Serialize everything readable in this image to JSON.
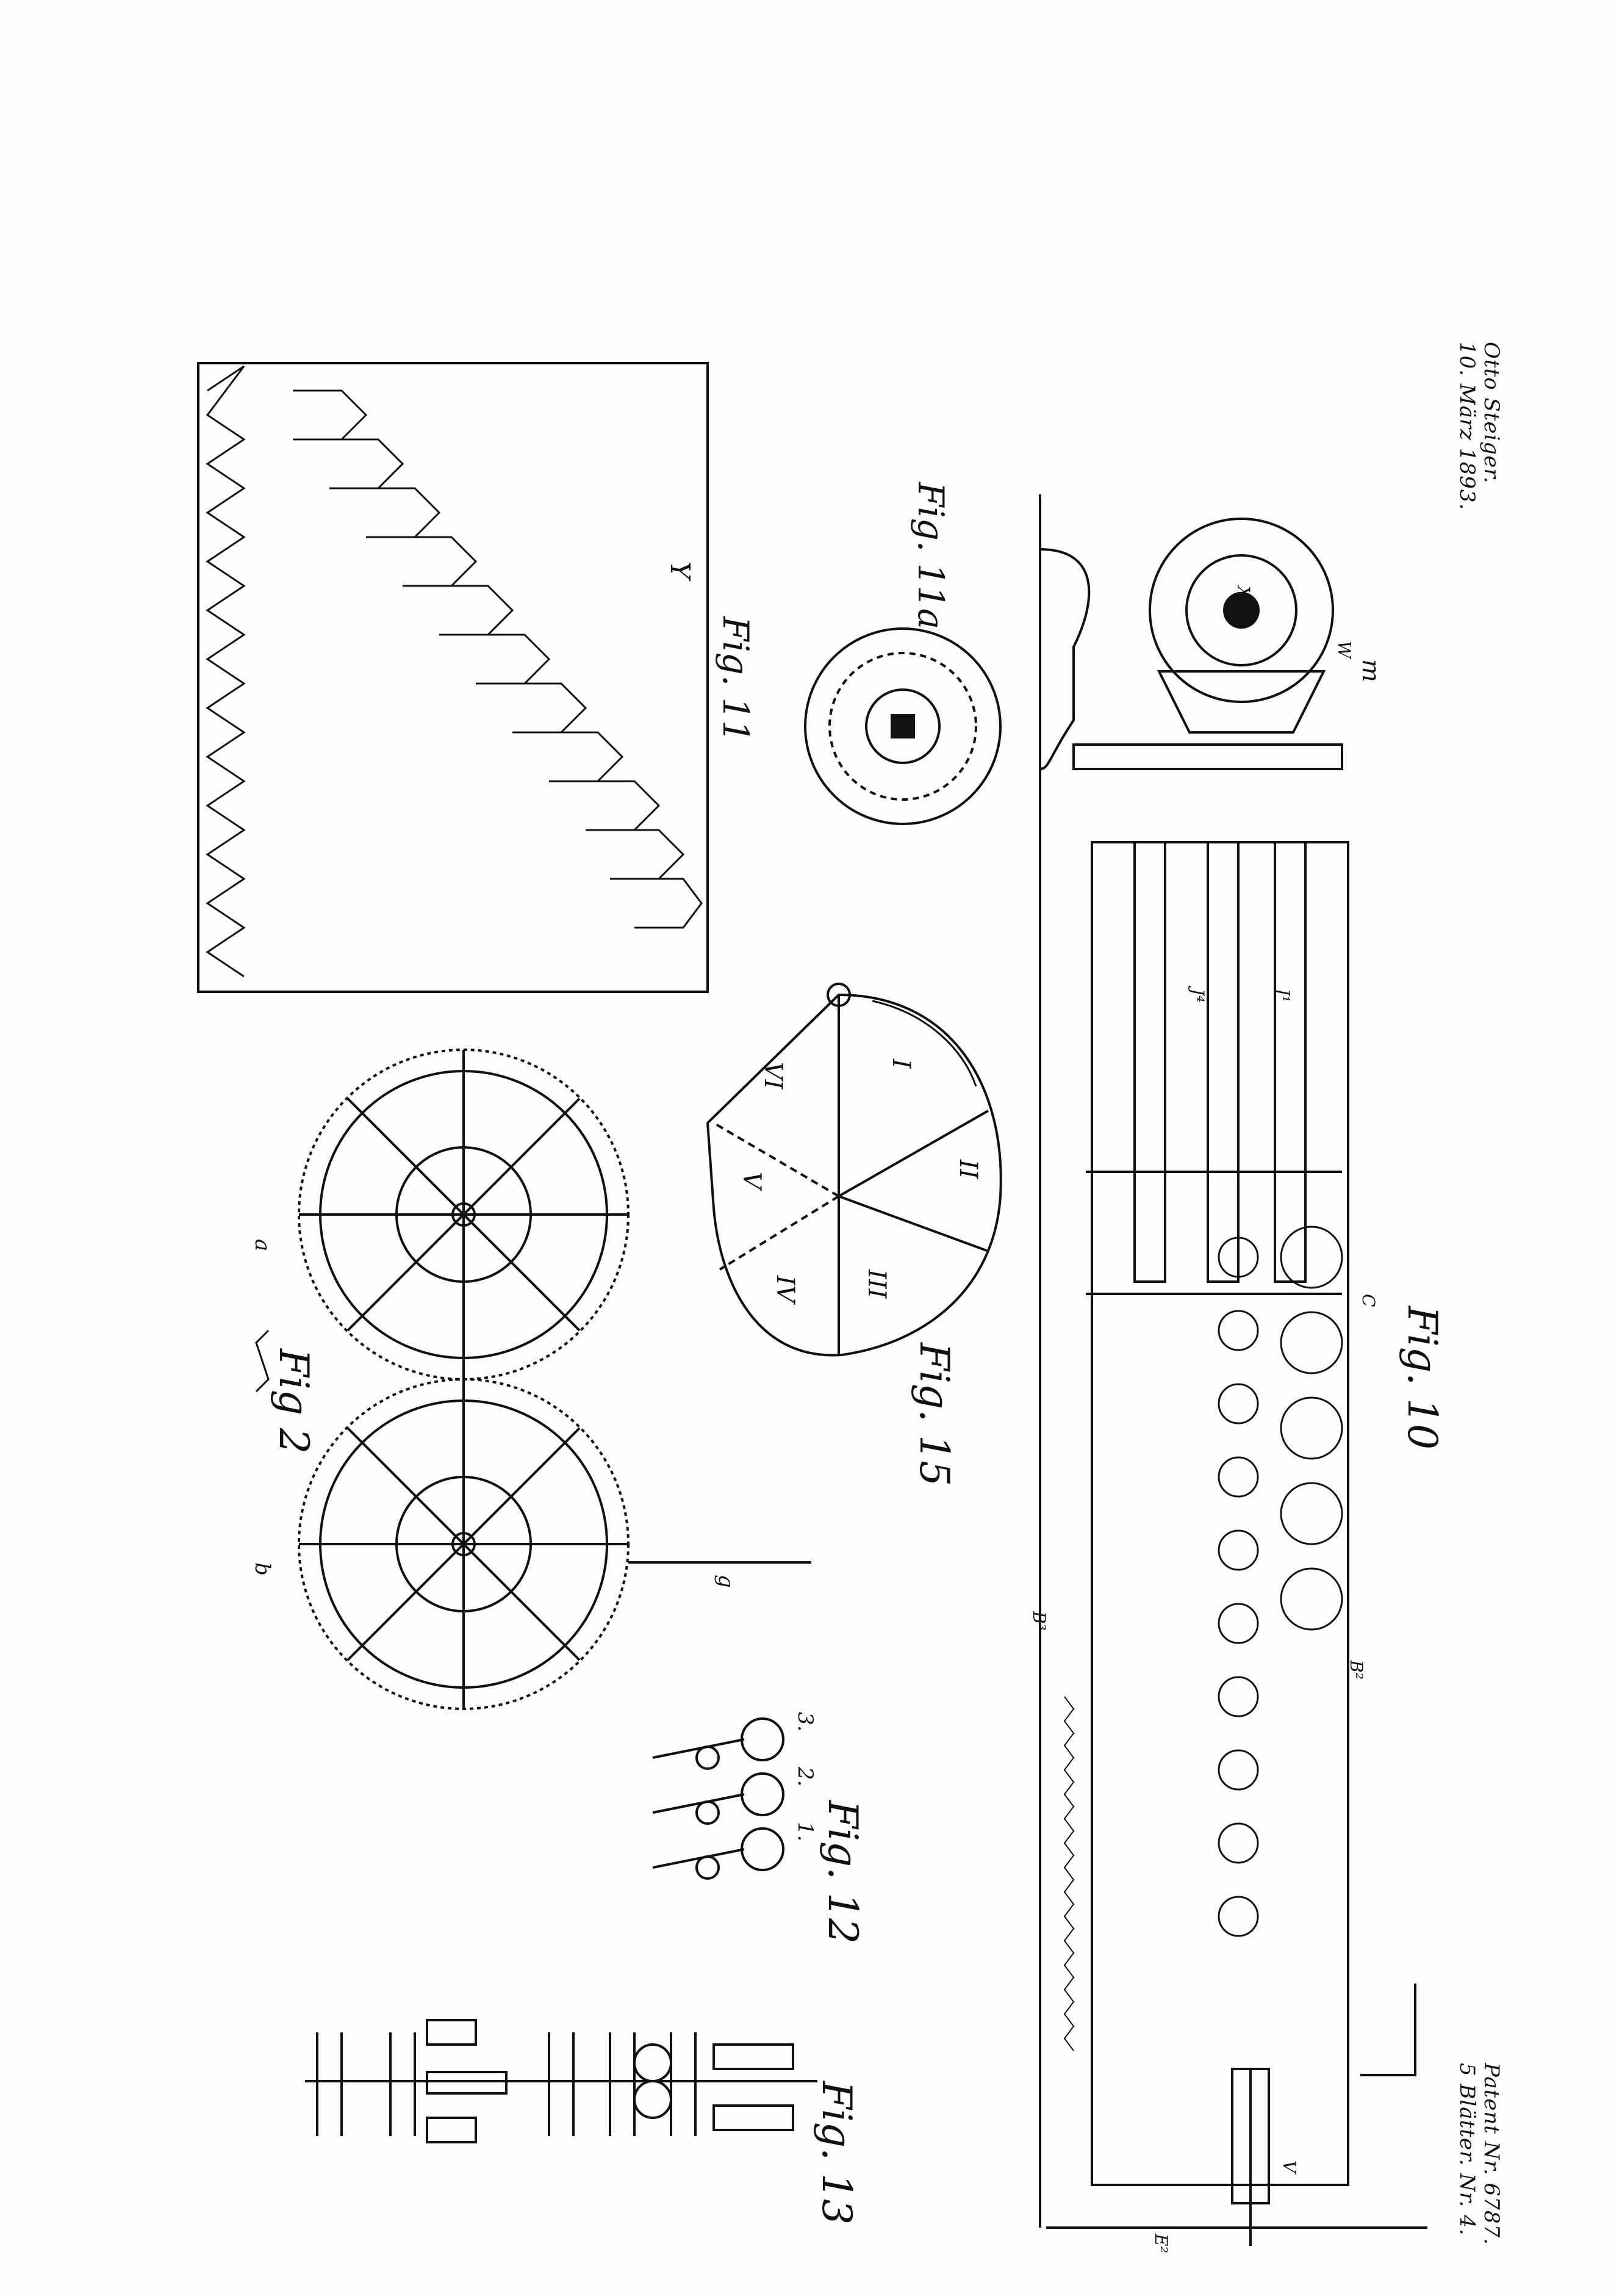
{
  "header": {
    "inventor": "Otto Steiger.",
    "date": "10. März 1893.",
    "patent": "Patent Nr. 6787.",
    "sheets": "5 Blätter. Nr. 4."
  },
  "figures": {
    "fig10": "Fig. 10",
    "fig11a": "Fig. 11a",
    "fig11": "Fig. 11",
    "fig15": "Fig. 15",
    "fig2": "Fig 2",
    "fig12": "Fig. 12",
    "fig13": "Fig. 13"
  },
  "labels": {
    "Y": "Y",
    "W": "W",
    "m": "m",
    "X": "X",
    "C": "C",
    "B2": "B²",
    "B3": "B³",
    "V": "V",
    "J1": "J¹",
    "J4": "J⁴",
    "E2": "E²",
    "a": "a",
    "b": "b",
    "g": "g",
    "I": "I",
    "II": "II",
    "III": "III",
    "IV": "IV",
    "V_r": "V",
    "VI": "VI",
    "num1": "1.",
    "num2": "2.",
    "num3": "3."
  },
  "colors": {
    "ink": "#111111",
    "paper": "#fdfdfb"
  }
}
